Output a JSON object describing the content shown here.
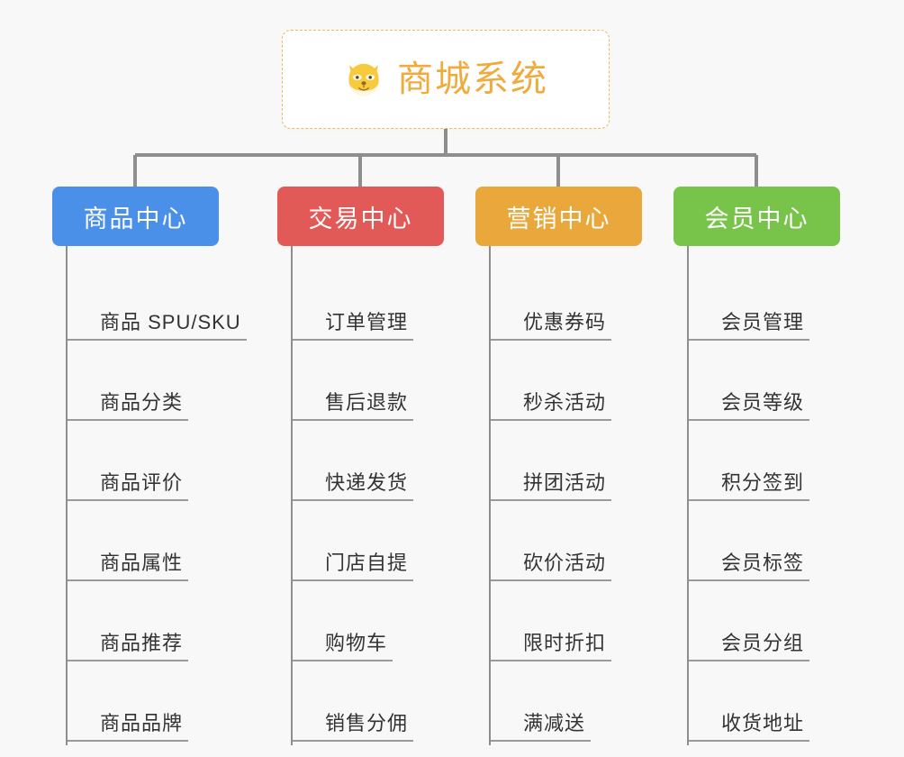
{
  "background_color": "#f8f8f8",
  "root": {
    "icon": "shiba-dog-icon",
    "title": "商城系统",
    "color": "#f0ab3d",
    "border_color": "#f0b860"
  },
  "branches": [
    {
      "label": "商品中心",
      "color": "#4a90e8",
      "items": [
        "商品 SPU/SKU",
        "商品分类",
        "商品评价",
        "商品属性",
        "商品推荐",
        "商品品牌"
      ]
    },
    {
      "label": "交易中心",
      "color": "#e25a57",
      "items": [
        "订单管理",
        "售后退款",
        "快递发货",
        "门店自提",
        "购物车",
        "销售分佣"
      ]
    },
    {
      "label": "营销中心",
      "color": "#eaa83c",
      "items": [
        "优惠券码",
        "秒杀活动",
        "拼团活动",
        "砍价活动",
        "限时折扣",
        "满减送"
      ]
    },
    {
      "label": "会员中心",
      "color": "#78c44a",
      "items": [
        "会员管理",
        "会员等级",
        "积分签到",
        "会员标签",
        "会员分组",
        "收货地址"
      ]
    }
  ],
  "connector_color": "#8e8e8e",
  "leaf_text_color": "#333333",
  "leaf_underline_color": "#9a9a9a"
}
